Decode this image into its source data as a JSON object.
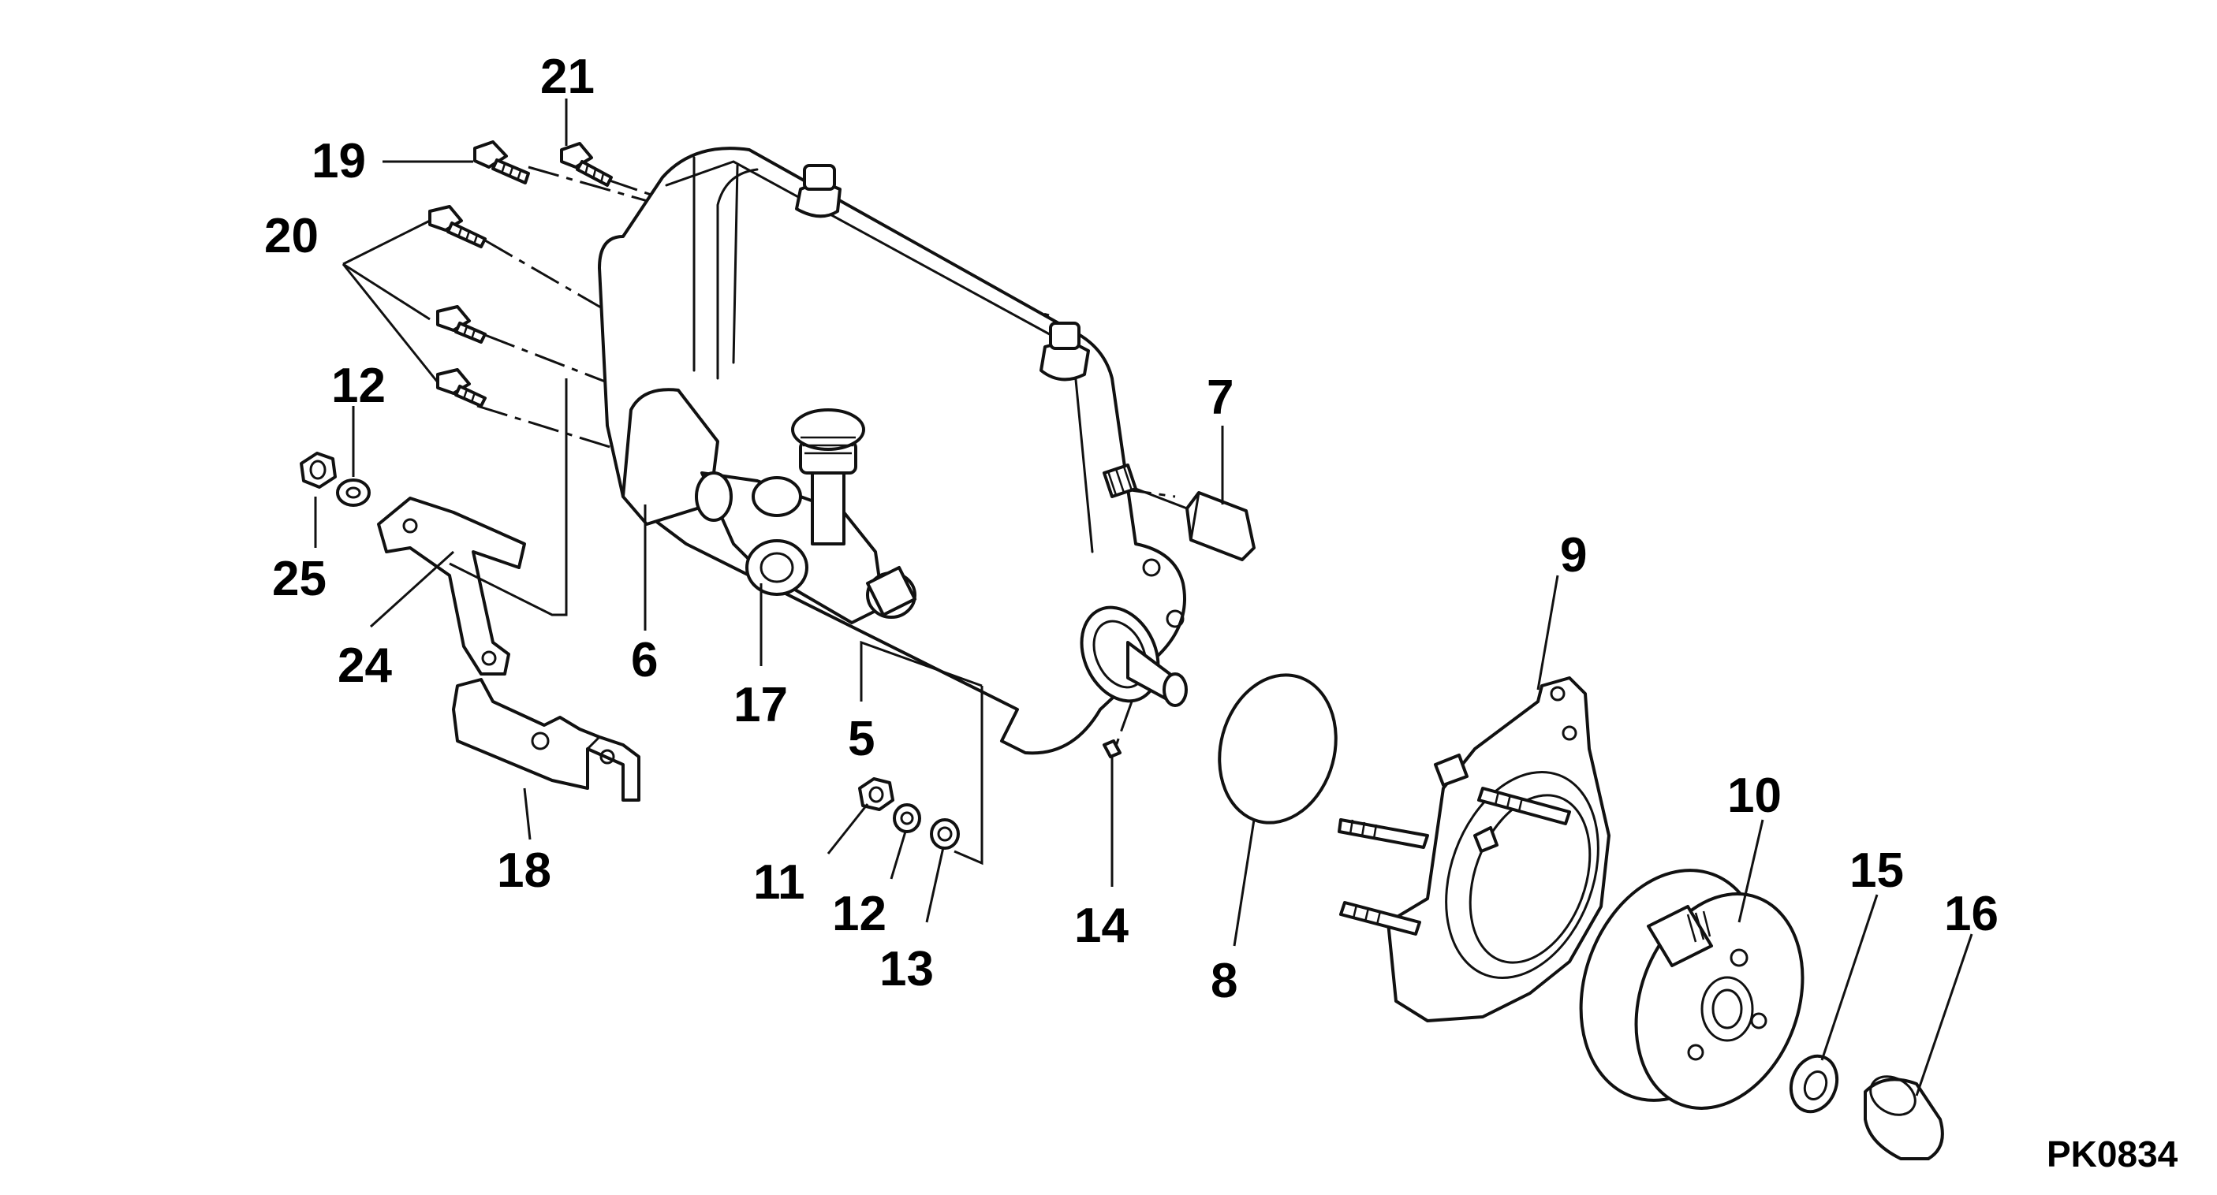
{
  "diagram": {
    "drawing_code": "PK0834",
    "callouts": [
      {
        "id": "c21",
        "label": "21"
      },
      {
        "id": "c19",
        "label": "19"
      },
      {
        "id": "c20",
        "label": "20"
      },
      {
        "id": "c12a",
        "label": "12"
      },
      {
        "id": "c25",
        "label": "25"
      },
      {
        "id": "c24",
        "label": "24"
      },
      {
        "id": "c6",
        "label": "6"
      },
      {
        "id": "c17",
        "label": "17"
      },
      {
        "id": "c5",
        "label": "5"
      },
      {
        "id": "c7",
        "label": "7"
      },
      {
        "id": "c9",
        "label": "9"
      },
      {
        "id": "c18",
        "label": "18"
      },
      {
        "id": "c11",
        "label": "11"
      },
      {
        "id": "c12b",
        "label": "12"
      },
      {
        "id": "c13",
        "label": "13"
      },
      {
        "id": "c14",
        "label": "14"
      },
      {
        "id": "c8",
        "label": "8"
      },
      {
        "id": "c10",
        "label": "10"
      },
      {
        "id": "c15",
        "label": "15"
      },
      {
        "id": "c16",
        "label": "16"
      }
    ]
  }
}
